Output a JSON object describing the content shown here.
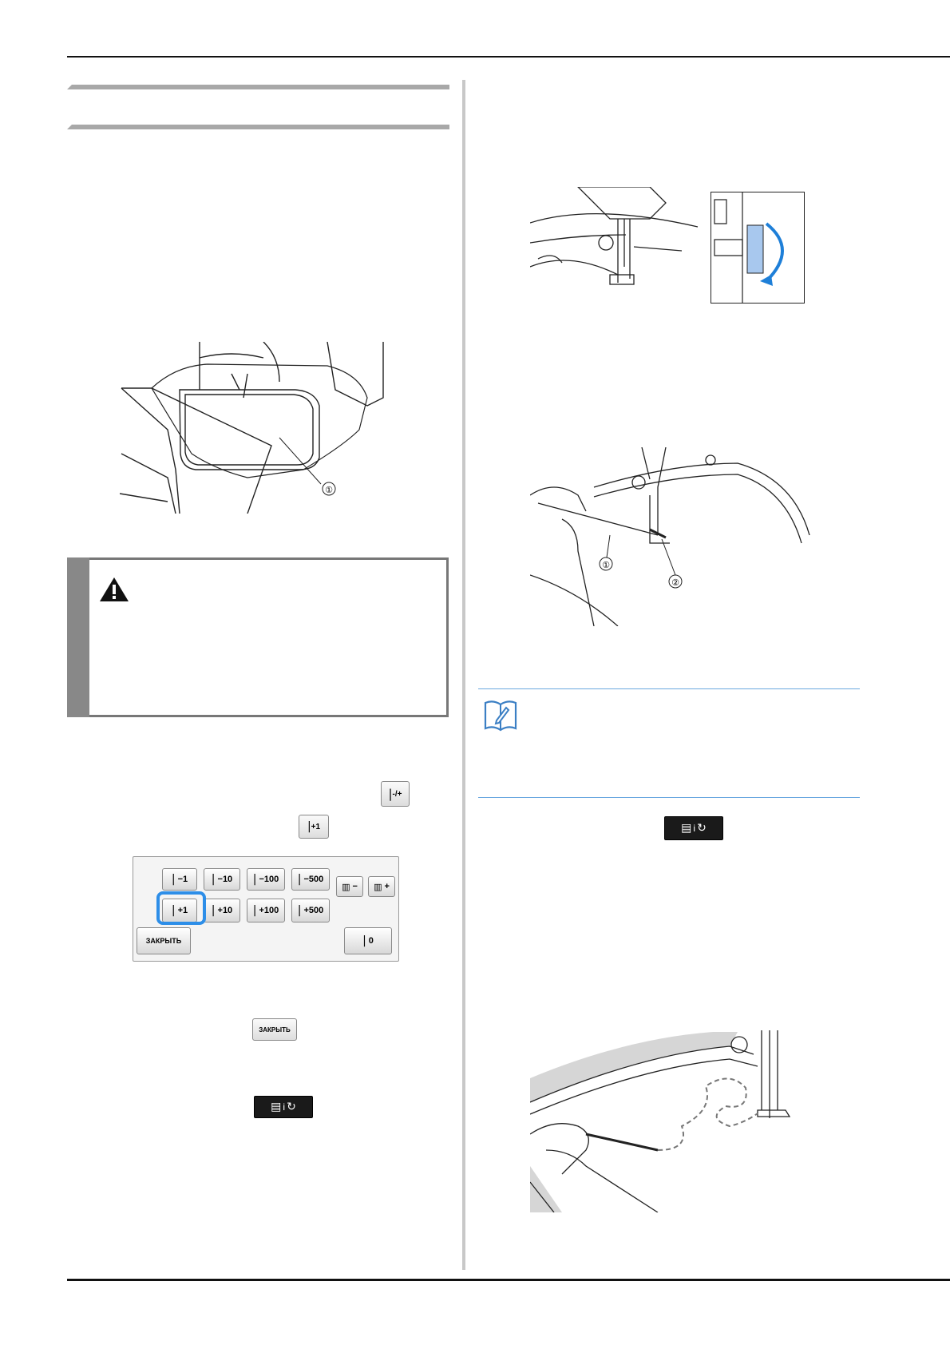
{
  "page": {
    "warning_label": "",
    "memo_label": ""
  },
  "figures": {
    "embroidery_unit": {
      "callout_1": "①"
    },
    "thread_hook": {
      "callout_1": "①",
      "callout_2": "②"
    }
  },
  "inline_buttons": {
    "needle_minus_plus": "-/+",
    "needle_plus_one": "+1",
    "close": "ЗАКРЫТЬ"
  },
  "panel": {
    "row1": [
      "−1",
      "−10",
      "−100",
      "−500"
    ],
    "row2": [
      "+1",
      "+10",
      "+100",
      "+500"
    ],
    "size_minus": "−",
    "size_plus": "+",
    "close_label": "ЗАКРЫТЬ",
    "zero_label": "0",
    "highlight_color": "#2d8ee8"
  },
  "colors": {
    "accent_blue": "#2d8ee8",
    "note_rule": "#6aa8e0",
    "heading_bar": "#a8a8a8"
  },
  "icons": [
    "warning-triangle-icon",
    "memo-pencil-icon",
    "needle-icon",
    "bobbin-icon",
    "rotate-icon"
  ]
}
